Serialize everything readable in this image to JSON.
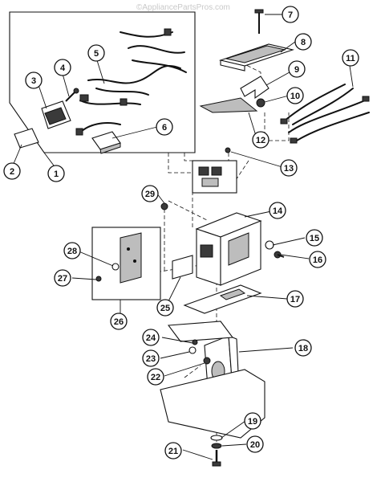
{
  "watermark": "©AppliancePartsPros.com",
  "callouts": [
    {
      "id": "1",
      "label": "1"
    },
    {
      "id": "2",
      "label": "2"
    },
    {
      "id": "3",
      "label": "3"
    },
    {
      "id": "4",
      "label": "4"
    },
    {
      "id": "5",
      "label": "5"
    },
    {
      "id": "6",
      "label": "6"
    },
    {
      "id": "7",
      "label": "7"
    },
    {
      "id": "8",
      "label": "8"
    },
    {
      "id": "9",
      "label": "9"
    },
    {
      "id": "10",
      "label": "10"
    },
    {
      "id": "11",
      "label": "11"
    },
    {
      "id": "12",
      "label": "12"
    },
    {
      "id": "13",
      "label": "13"
    },
    {
      "id": "14",
      "label": "14"
    },
    {
      "id": "15",
      "label": "15"
    },
    {
      "id": "16",
      "label": "16"
    },
    {
      "id": "17",
      "label": "17"
    },
    {
      "id": "18",
      "label": "18"
    },
    {
      "id": "19",
      "label": "19"
    },
    {
      "id": "20",
      "label": "20"
    },
    {
      "id": "21",
      "label": "21"
    },
    {
      "id": "22",
      "label": "22"
    },
    {
      "id": "23",
      "label": "23"
    },
    {
      "id": "24",
      "label": "24"
    },
    {
      "id": "25",
      "label": "25"
    },
    {
      "id": "26",
      "label": "26"
    },
    {
      "id": "27",
      "label": "27"
    },
    {
      "id": "28",
      "label": "28"
    },
    {
      "id": "29",
      "label": "29"
    }
  ]
}
